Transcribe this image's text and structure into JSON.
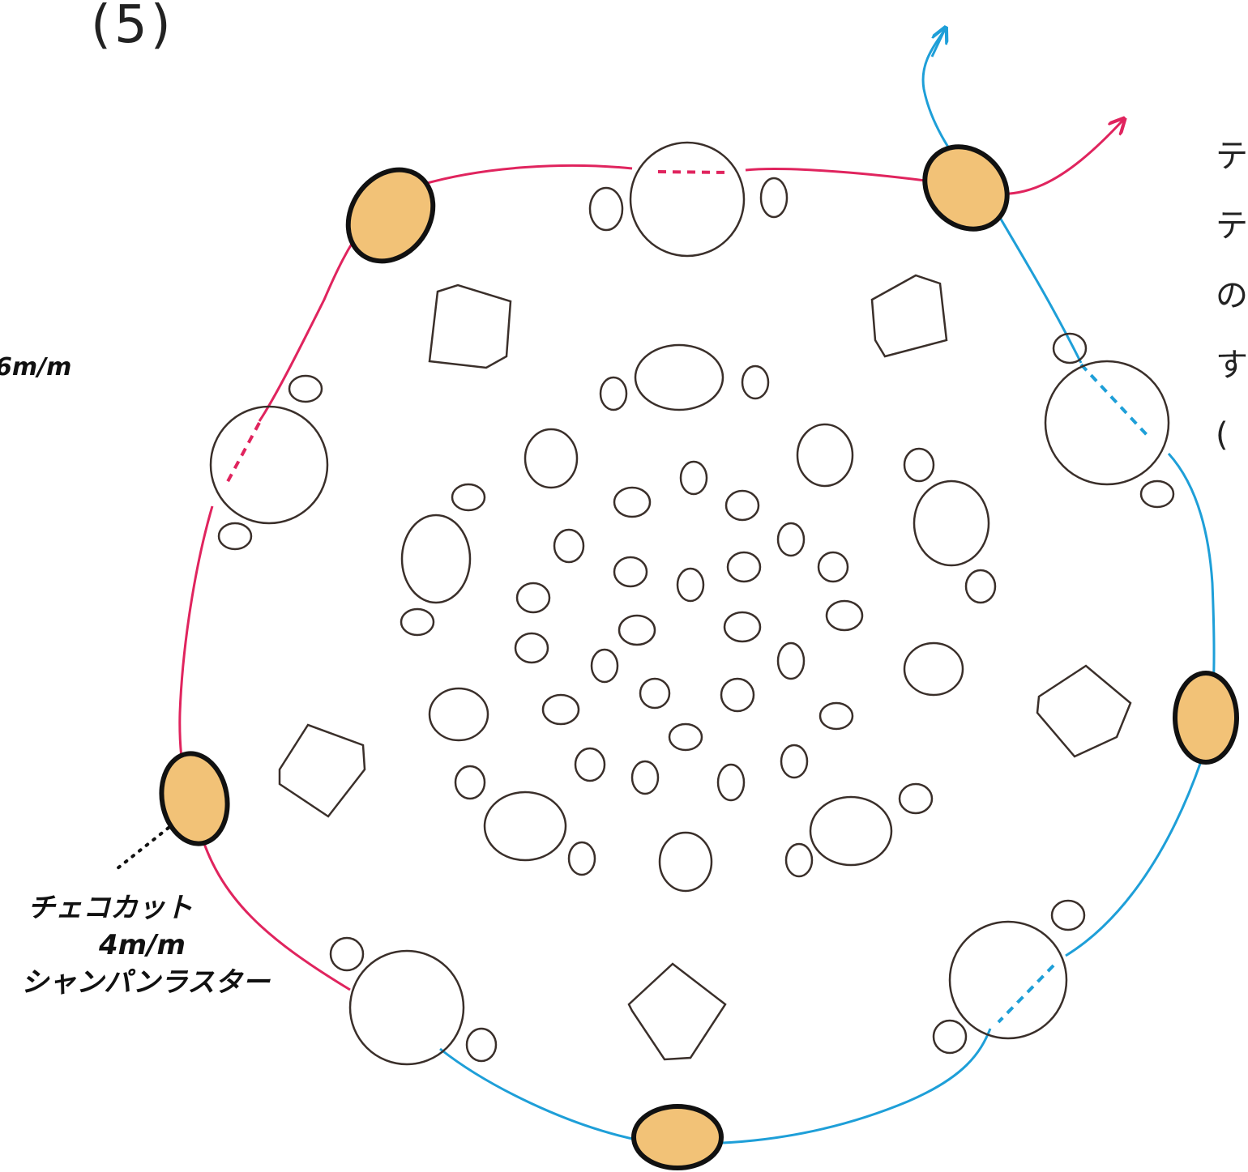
{
  "step_label": "(5)",
  "left_annotation": "6m/m",
  "bead_note": {
    "line1": "チェコカット",
    "line2": "4m/m",
    "line3": "シャンパンラスター"
  },
  "right_text_cut": [
    "テ",
    "テ",
    "の",
    "す",
    "("
  ],
  "colors": {
    "pink_thread": "#e0245e",
    "blue_thread": "#1e9fd8",
    "bead_fill": "#f2c277",
    "outline": "#3a2f2a"
  }
}
